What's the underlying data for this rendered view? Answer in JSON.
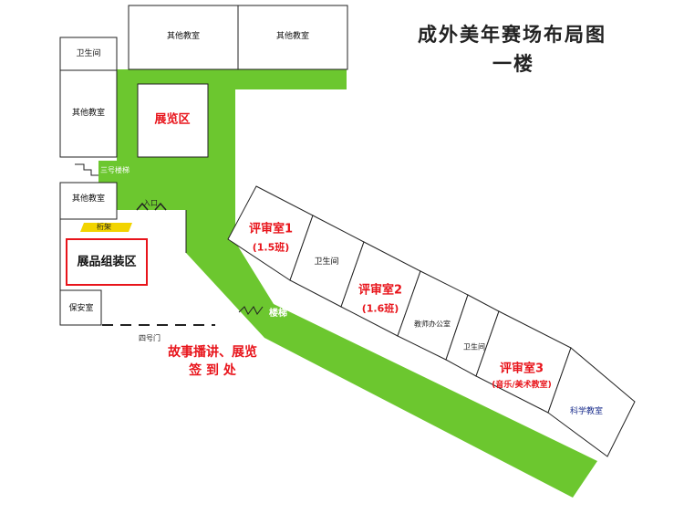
{
  "title": {
    "line1": "成外美年赛场布局图",
    "line2": "一楼"
  },
  "colors": {
    "corridor": "#6cc72f",
    "room_fill": "#ffffff",
    "room_border": "#222222",
    "highlight": "#e8141b",
    "rack": "#f2d400",
    "science": "#1a2d8c"
  },
  "rooms": {
    "other_classroom_top_1": "其他教室",
    "other_classroom_top_2": "其他教室",
    "toilet_top": "卫生间",
    "other_classroom_left_1": "其他教室",
    "other_classroom_left_2": "其他教室",
    "security_room": "保安室",
    "toilet_mid": "卫生间",
    "teacher_office": "教师办公室",
    "toilet_bottom": "卫生间",
    "science_classroom": "科学教室"
  },
  "zones": {
    "exhibition_area": "展览区",
    "assembly_area": "展品组装区",
    "rack": "桁架",
    "entrance": "入口",
    "stair_3": "三号楼梯",
    "stairs": "楼梯",
    "gate_4": "四号门",
    "signin_line1": "故事播讲、展览",
    "signin_line2": "签 到 处"
  },
  "review_rooms": [
    {
      "name": "评审室1",
      "detail": "(1.5班)"
    },
    {
      "name": "评审室2",
      "detail": "(1.6班)"
    },
    {
      "name": "评审室3",
      "detail": "(音乐/美术教室)"
    }
  ],
  "icons": {
    "entrance": "entrance-arrow-icon",
    "stairs": "stairs-icon"
  }
}
